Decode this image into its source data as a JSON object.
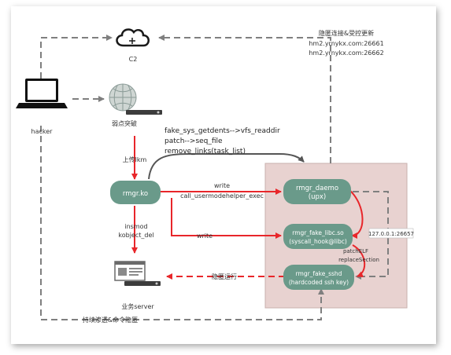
{
  "labels": {
    "hidden_conn": "隐匿连接&受控更新",
    "host1": "hm2.yrnykx.com:26661",
    "host2": "hm2.yrnykx.com:26662",
    "c2": "C2",
    "hacker": "hacker",
    "vuln": "弱点突破",
    "upload": "上传lkm",
    "code1": "fake_sys_getdents-->vfs_readdir",
    "code2": "patch-->seq_file",
    "code3": "remove_links(task_list)",
    "write1": "write",
    "call": "call_usermodehelper_exec",
    "write2": "write",
    "insmod": "insmod",
    "kobject": "kobject_del",
    "business": "业务server",
    "hidden_run": "隐匿运行",
    "persist": "持续渗透&命令隐匿",
    "ip": "127.0.0.1:26657",
    "patch1": "patchELF",
    "patch2": "replaceSection"
  },
  "nodes": {
    "rmgr_ko": "rmgr.ko",
    "daemo_1": "rmgr_daemo",
    "daemo_2": "(upx)",
    "libc_1": "rmgr_fake_libc.so",
    "libc_2": "(syscall_hook@libc)",
    "sshd_1": "rmgr_fake_sshd",
    "sshd_2": "(hardcoded ssh key)"
  },
  "icons": {
    "cloud": "cloud-icon",
    "laptop": "laptop-icon",
    "globe": "globe-server-icon",
    "server": "server-window-icon"
  },
  "colors": {
    "red": "#e8262a",
    "node": "#6a9a8a",
    "panel": "#e8d2d0",
    "dash": "#7f7f7f"
  }
}
